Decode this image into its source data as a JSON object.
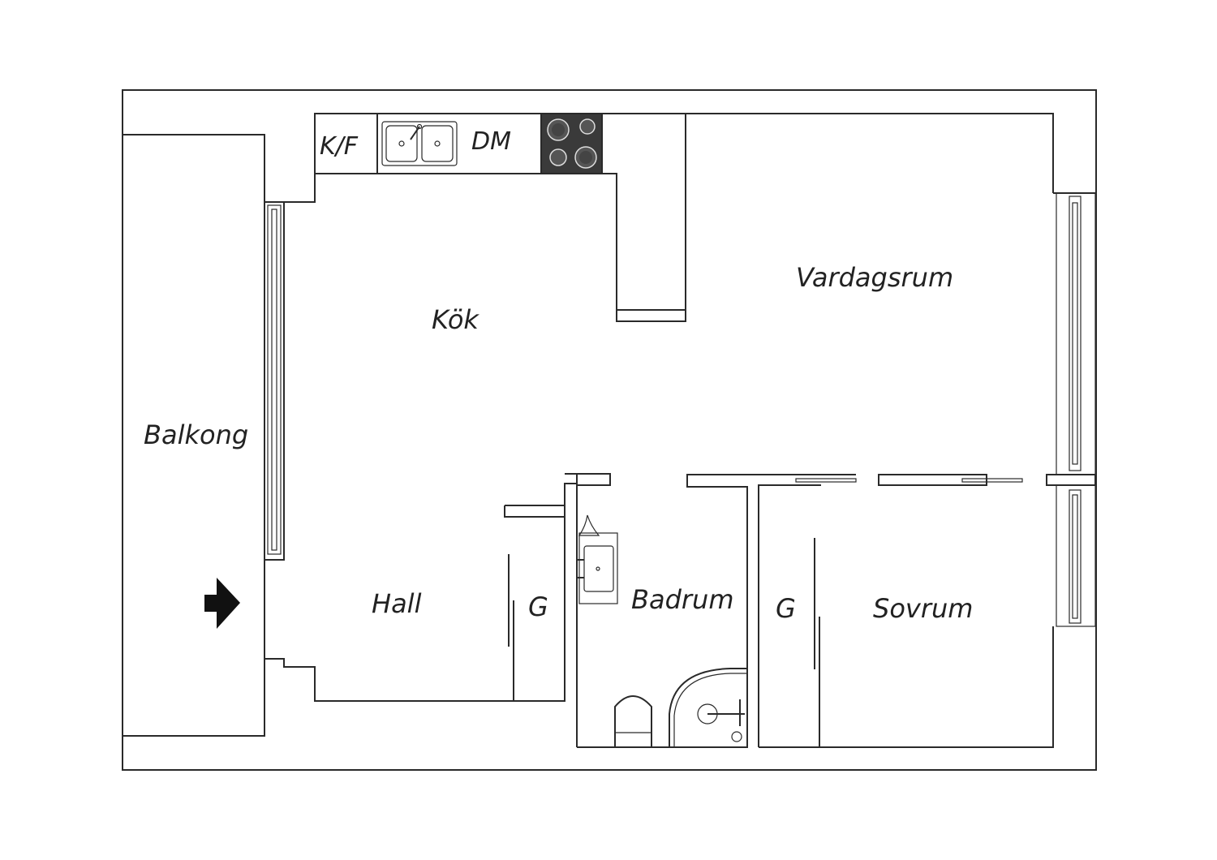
{
  "floorplan": {
    "rooms": {
      "balkong": "Balkong",
      "kok": "Kök",
      "vardagsrum": "Vardagsrum",
      "hall": "Hall",
      "badrum": "Badrum",
      "sovrum": "Sovrum",
      "garderob_hall": "G",
      "garderob_sovrum": "G"
    },
    "kitchen_fixtures": {
      "fridge_freezer": "K/F",
      "dishwasher": "DM"
    },
    "entrance_icon": "arrow-right-icon",
    "colors": {
      "walls": "#2a2a2a",
      "stove": "#3a3a3a",
      "background": "#ffffff"
    }
  }
}
